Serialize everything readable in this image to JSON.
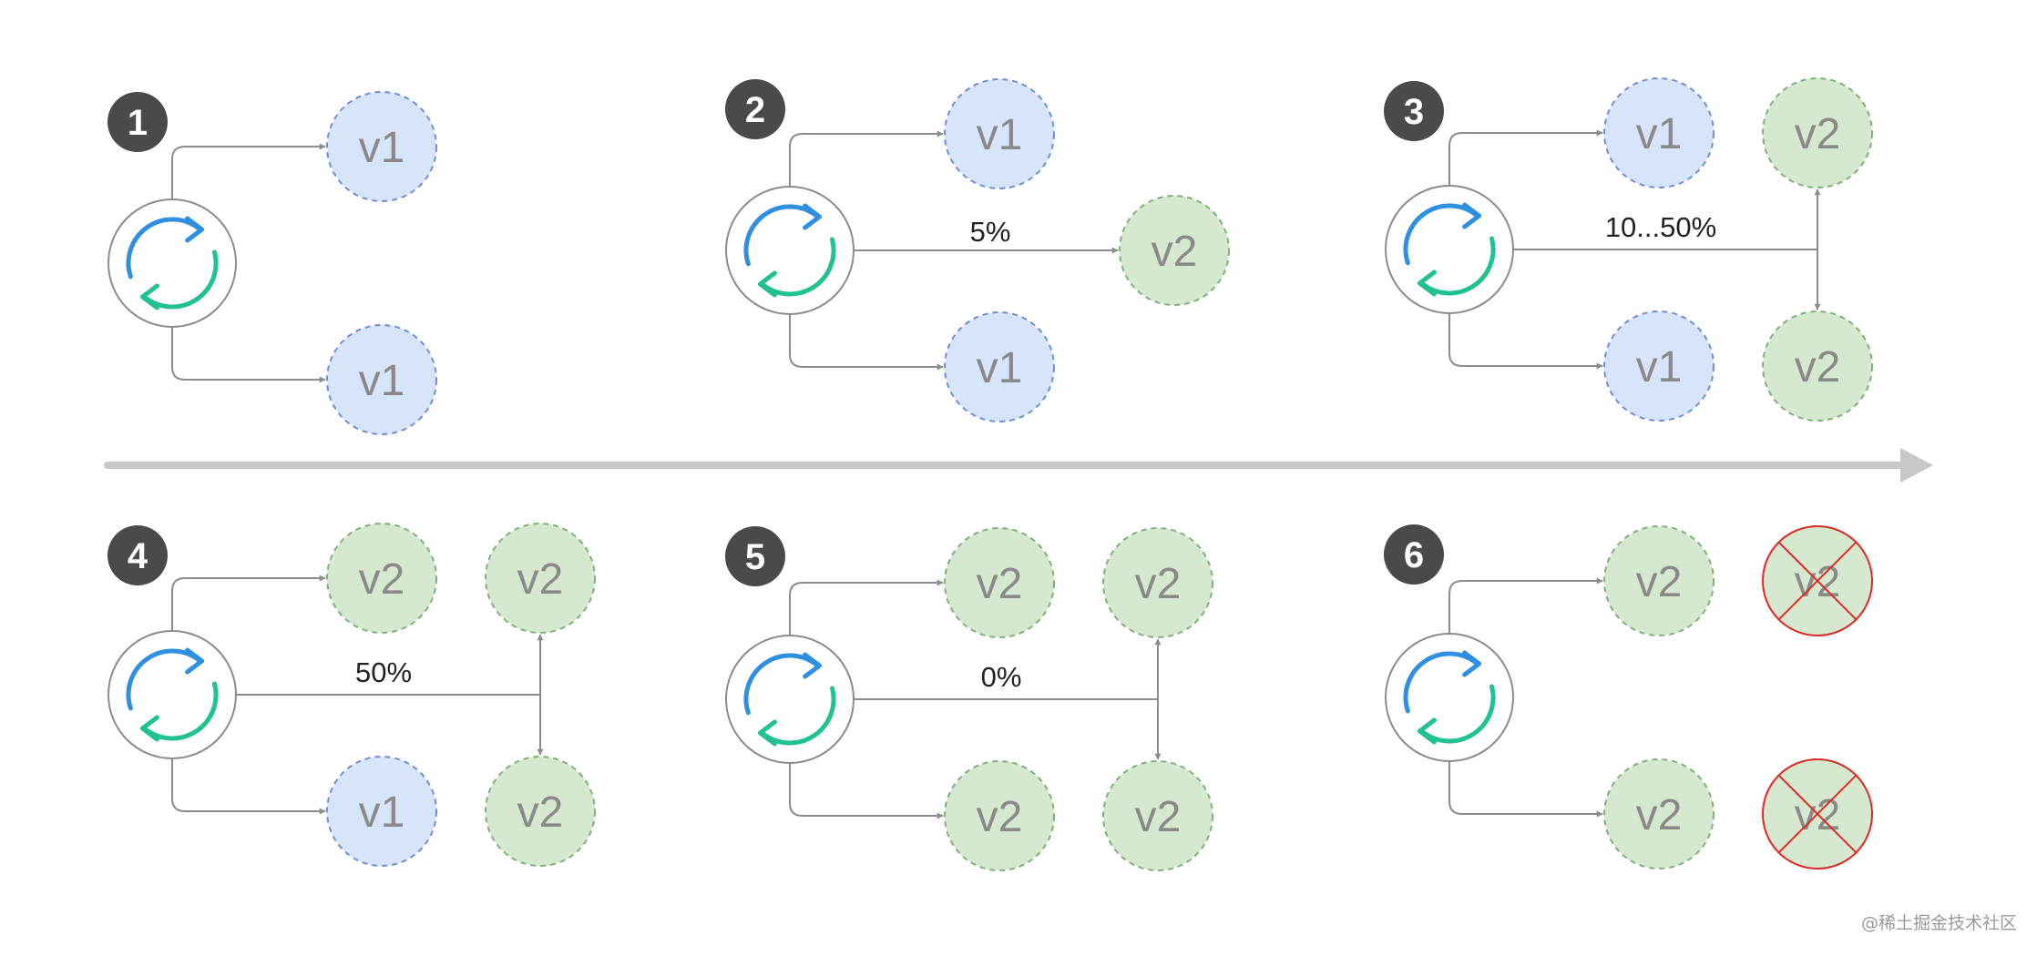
{
  "colors": {
    "v1_fill": "#d8e4fa",
    "v1_stroke": "#6f8fd6",
    "v2_fill": "#d6e8d0",
    "v2_stroke": "#7fb27a",
    "arrow": "#8c8c8c",
    "timeline": "#c8c8c8",
    "step_badge": "#4a4a4a",
    "router_blue": "#2f8fe0",
    "router_green": "#22c191",
    "remove_cross": "#e02a2a"
  },
  "steps": [
    {
      "number": "1",
      "top": "v1",
      "bottom": "v1"
    },
    {
      "number": "2",
      "top": "v1",
      "bottom": "v1",
      "canary_label": "5%",
      "canary": [
        "v2"
      ]
    },
    {
      "number": "3",
      "top": "v1",
      "bottom": "v1",
      "split_label": "10...50%",
      "split": [
        "v2",
        "v2"
      ]
    },
    {
      "number": "4",
      "top": "v2",
      "bottom": "v1",
      "split_label": "50%",
      "split": [
        "v2",
        "v2"
      ]
    },
    {
      "number": "5",
      "top": "v2",
      "bottom": "v2",
      "split_label": "0%",
      "split": [
        "v2",
        "v2"
      ]
    },
    {
      "number": "6",
      "top": "v2",
      "bottom": "v2",
      "removed": [
        "v2",
        "v2"
      ]
    }
  ],
  "timeline_icon": "right-arrow-icon",
  "router_icon": "refresh-cycle-icon",
  "remove_icon": "cross-icon",
  "watermark": "@稀土掘金技术社区"
}
